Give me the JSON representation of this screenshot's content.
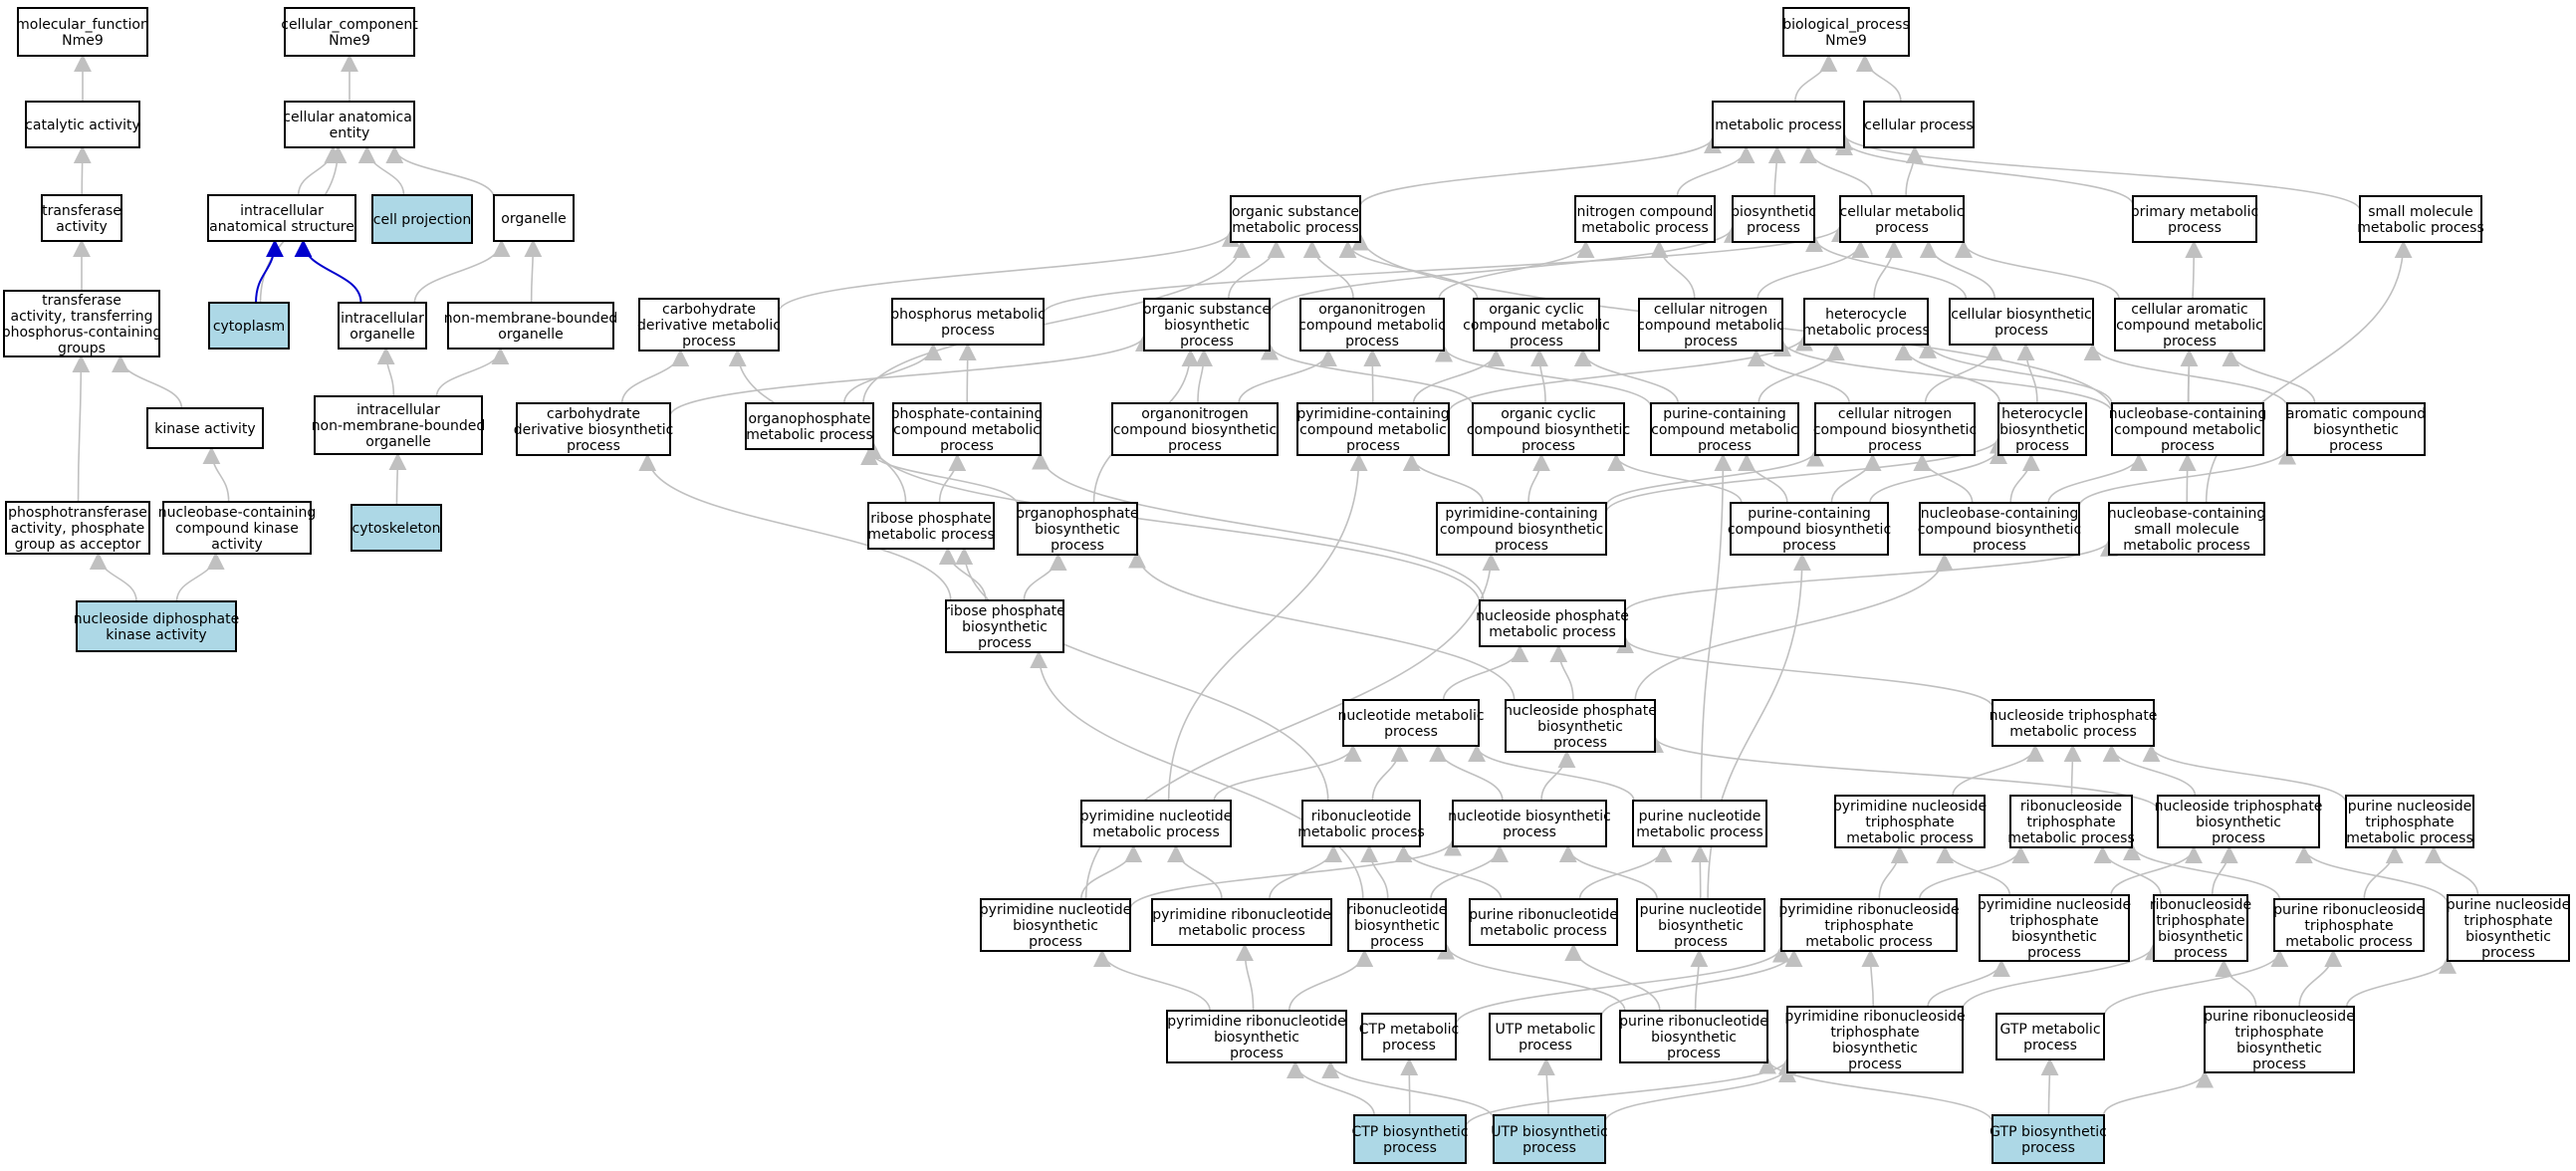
{
  "graph": {
    "colors": {
      "background": "#ffffff",
      "node_fill": "#ffffff",
      "highlight_fill": "#add8e6",
      "node_border": "#000000",
      "edge_default": "#c0c0c0",
      "edge_highlight": "#0000cd"
    },
    "nodes": [
      {
        "id": "mf",
        "label": "molecular_function\nNme9"
      },
      {
        "id": "cc",
        "label": "cellular_component\nNme9"
      },
      {
        "id": "bp",
        "label": "biological_process\nNme9"
      },
      {
        "id": "cat",
        "label": "catalytic activity"
      },
      {
        "id": "trans",
        "label": "transferase\nactivity"
      },
      {
        "id": "transP",
        "label": "transferase\nactivity, transferring\nphosphorus-containing\ngroups"
      },
      {
        "id": "kin",
        "label": "kinase activity"
      },
      {
        "id": "phT",
        "label": "phosphotransferase\nactivity, phosphate\ngroup as acceptor"
      },
      {
        "id": "nbk",
        "label": "nucleobase-containing\ncompound kinase\nactivity"
      },
      {
        "id": "ndk",
        "label": "nucleoside diphosphate\nkinase activity",
        "highlight": true
      },
      {
        "id": "cae",
        "label": "cellular anatomical\nentity"
      },
      {
        "id": "ias",
        "label": "intracellular\nanatomical structure"
      },
      {
        "id": "cp",
        "label": "cell projection",
        "highlight": true
      },
      {
        "id": "org",
        "label": "organelle"
      },
      {
        "id": "cyto",
        "label": "cytoplasm",
        "highlight": true
      },
      {
        "id": "io",
        "label": "intracellular\norganelle"
      },
      {
        "id": "nmbo",
        "label": "non-membrane-bounded\norganelle"
      },
      {
        "id": "inmbo",
        "label": "intracellular\nnon-membrane-bounded\norganelle"
      },
      {
        "id": "csk",
        "label": "cytoskeleton",
        "highlight": true
      },
      {
        "id": "met",
        "label": "metabolic process"
      },
      {
        "id": "cellp",
        "label": "cellular process"
      },
      {
        "id": "osm",
        "label": "organic substance\nmetabolic process"
      },
      {
        "id": "ncm",
        "label": "nitrogen compound\nmetabolic process"
      },
      {
        "id": "bio",
        "label": "biosynthetic\nprocess"
      },
      {
        "id": "cmp",
        "label": "cellular metabolic\nprocess"
      },
      {
        "id": "pmp",
        "label": "primary metabolic\nprocess"
      },
      {
        "id": "smm",
        "label": "small molecule\nmetabolic process"
      },
      {
        "id": "cdm",
        "label": "carbohydrate\nderivative metabolic\nprocess"
      },
      {
        "id": "phm",
        "label": "phosphorus metabolic\nprocess"
      },
      {
        "id": "osb",
        "label": "organic substance\nbiosynthetic\nprocess"
      },
      {
        "id": "onm",
        "label": "organonitrogen\ncompound metabolic\nprocess"
      },
      {
        "id": "ocm",
        "label": "organic cyclic\ncompound metabolic\nprocess"
      },
      {
        "id": "cnm",
        "label": "cellular nitrogen\ncompound metabolic\nprocess"
      },
      {
        "id": "hcm",
        "label": "heterocycle\nmetabolic process"
      },
      {
        "id": "cbp",
        "label": "cellular biosynthetic\nprocess"
      },
      {
        "id": "cacm",
        "label": "cellular aromatic\ncompound metabolic\nprocess"
      },
      {
        "id": "cdb",
        "label": "carbohydrate\nderivative biosynthetic\nprocess"
      },
      {
        "id": "opm",
        "label": "organophosphate\nmetabolic process"
      },
      {
        "id": "pcm",
        "label": "phosphate-containing\ncompound metabolic\nprocess"
      },
      {
        "id": "onb",
        "label": "organonitrogen\ncompound biosynthetic\nprocess"
      },
      {
        "id": "pycm",
        "label": "pyrimidine-containing\ncompound metabolic\nprocess"
      },
      {
        "id": "ocb",
        "label": "organic cyclic\ncompound biosynthetic\nprocess"
      },
      {
        "id": "pucm",
        "label": "purine-containing\ncompound metabolic\nprocess"
      },
      {
        "id": "cnb",
        "label": "cellular nitrogen\ncompound biosynthetic\nprocess"
      },
      {
        "id": "hcb",
        "label": "heterocycle\nbiosynthetic\nprocess"
      },
      {
        "id": "nbm",
        "label": "nucleobase-containing\ncompound metabolic\nprocess"
      },
      {
        "id": "acb",
        "label": "aromatic compound\nbiosynthetic\nprocess"
      },
      {
        "id": "rpm",
        "label": "ribose phosphate\nmetabolic process"
      },
      {
        "id": "opb",
        "label": "organophosphate\nbiosynthetic\nprocess"
      },
      {
        "id": "pycb",
        "label": "pyrimidine-containing\ncompound biosynthetic\nprocess"
      },
      {
        "id": "pucb",
        "label": "purine-containing\ncompound biosynthetic\nprocess"
      },
      {
        "id": "nbb",
        "label": "nucleobase-containing\ncompound biosynthetic\nprocess"
      },
      {
        "id": "nbsm",
        "label": "nucleobase-containing\nsmall molecule\nmetabolic process"
      },
      {
        "id": "rpb",
        "label": "ribose phosphate\nbiosynthetic\nprocess"
      },
      {
        "id": "npm",
        "label": "nucleoside phosphate\nmetabolic process"
      },
      {
        "id": "ntm",
        "label": "nucleotide metabolic\nprocess"
      },
      {
        "id": "npb",
        "label": "nucleoside phosphate\nbiosynthetic\nprocess"
      },
      {
        "id": "ntpm",
        "label": "nucleoside triphosphate\nmetabolic process"
      },
      {
        "id": "pynm",
        "label": "pyrimidine nucleotide\nmetabolic process"
      },
      {
        "id": "rnm",
        "label": "ribonucleotide\nmetabolic process"
      },
      {
        "id": "nb",
        "label": "nucleotide biosynthetic\nprocess"
      },
      {
        "id": "punm",
        "label": "purine nucleotide\nmetabolic process"
      },
      {
        "id": "pyntm",
        "label": "pyrimidine nucleoside\ntriphosphate\nmetabolic process"
      },
      {
        "id": "rntm",
        "label": "ribonucleoside\ntriphosphate\nmetabolic process"
      },
      {
        "id": "ntpb",
        "label": "nucleoside triphosphate\nbiosynthetic\nprocess"
      },
      {
        "id": "puntm",
        "label": "purine nucleoside\ntriphosphate\nmetabolic process"
      },
      {
        "id": "pynb",
        "label": "pyrimidine nucleotide\nbiosynthetic\nprocess"
      },
      {
        "id": "pyrnm",
        "label": "pyrimidine ribonucleotide\nmetabolic process"
      },
      {
        "id": "rnb",
        "label": "ribonucleotide\nbiosynthetic\nprocess"
      },
      {
        "id": "purnm",
        "label": "purine ribonucleotide\nmetabolic process"
      },
      {
        "id": "punb",
        "label": "purine nucleotide\nbiosynthetic\nprocess"
      },
      {
        "id": "pyrntm",
        "label": "pyrimidine ribonucleoside\ntriphosphate\nmetabolic process"
      },
      {
        "id": "pyntb",
        "label": "pyrimidine nucleoside\ntriphosphate\nbiosynthetic\nprocess"
      },
      {
        "id": "rntb",
        "label": "ribonucleoside\ntriphosphate\nbiosynthetic\nprocess"
      },
      {
        "id": "purntm",
        "label": "purine ribonucleoside\ntriphosphate\nmetabolic process"
      },
      {
        "id": "puntb",
        "label": "purine nucleoside\ntriphosphate\nbiosynthetic\nprocess"
      },
      {
        "id": "pyrnb",
        "label": "pyrimidine ribonucleotide\nbiosynthetic\nprocess"
      },
      {
        "id": "ctpm",
        "label": "CTP metabolic\nprocess"
      },
      {
        "id": "utpm",
        "label": "UTP metabolic\nprocess"
      },
      {
        "id": "purnb",
        "label": "purine ribonucleotide\nbiosynthetic\nprocess"
      },
      {
        "id": "pyrntb",
        "label": "pyrimidine ribonucleoside\ntriphosphate\nbiosynthetic\nprocess"
      },
      {
        "id": "gtpm",
        "label": "GTP metabolic\nprocess"
      },
      {
        "id": "purntb",
        "label": "purine ribonucleoside\ntriphosphate\nbiosynthetic\nprocess"
      },
      {
        "id": "ctpb",
        "label": "CTP biosynthetic\nprocess",
        "highlight": true
      },
      {
        "id": "utpb",
        "label": "UTP biosynthetic\nprocess",
        "highlight": true
      },
      {
        "id": "gtpb",
        "label": "GTP biosynthetic\nprocess",
        "highlight": true
      }
    ],
    "edges": [
      [
        "cat",
        "mf"
      ],
      [
        "trans",
        "cat"
      ],
      [
        "transP",
        "trans"
      ],
      [
        "kin",
        "transP"
      ],
      [
        "phT",
        "transP"
      ],
      [
        "nbk",
        "kin"
      ],
      [
        "ndk",
        "phT"
      ],
      [
        "ndk",
        "nbk"
      ],
      [
        "cae",
        "cc"
      ],
      [
        "ias",
        "cae"
      ],
      [
        "cp",
        "cae"
      ],
      [
        "org",
        "cae"
      ],
      [
        "cyto",
        "cae"
      ],
      [
        "cyto",
        "ias",
        "blue"
      ],
      [
        "io",
        "ias",
        "blue"
      ],
      [
        "io",
        "org"
      ],
      [
        "nmbo",
        "org"
      ],
      [
        "inmbo",
        "io"
      ],
      [
        "inmbo",
        "nmbo"
      ],
      [
        "csk",
        "inmbo"
      ],
      [
        "met",
        "bp"
      ],
      [
        "cellp",
        "bp"
      ],
      [
        "osm",
        "met"
      ],
      [
        "ncm",
        "met"
      ],
      [
        "bio",
        "met"
      ],
      [
        "cmp",
        "met"
      ],
      [
        "cmp",
        "cellp"
      ],
      [
        "pmp",
        "met"
      ],
      [
        "smm",
        "met"
      ],
      [
        "cdm",
        "osm"
      ],
      [
        "phm",
        "cmp"
      ],
      [
        "osb",
        "osm"
      ],
      [
        "osb",
        "bio"
      ],
      [
        "onm",
        "osm"
      ],
      [
        "onm",
        "ncm"
      ],
      [
        "ocm",
        "osm"
      ],
      [
        "cnm",
        "ncm"
      ],
      [
        "cnm",
        "cmp"
      ],
      [
        "hcm",
        "cmp"
      ],
      [
        "cbp",
        "bio"
      ],
      [
        "cbp",
        "cmp"
      ],
      [
        "cacm",
        "cmp"
      ],
      [
        "cdb",
        "cdm"
      ],
      [
        "cdb",
        "osb"
      ],
      [
        "opm",
        "phm"
      ],
      [
        "opm",
        "osm"
      ],
      [
        "pcm",
        "phm"
      ],
      [
        "onb",
        "onm"
      ],
      [
        "onb",
        "osb"
      ],
      [
        "pycm",
        "ocm"
      ],
      [
        "pycm",
        "hcm"
      ],
      [
        "pycm",
        "onm"
      ],
      [
        "ocb",
        "ocm"
      ],
      [
        "ocb",
        "osb"
      ],
      [
        "pucm",
        "ocm"
      ],
      [
        "pucm",
        "hcm"
      ],
      [
        "pucm",
        "onm"
      ],
      [
        "cnb",
        "cnm"
      ],
      [
        "cnb",
        "cbp"
      ],
      [
        "hcb",
        "hcm"
      ],
      [
        "hcb",
        "cbp"
      ],
      [
        "nbm",
        "cnm"
      ],
      [
        "nbm",
        "hcm"
      ],
      [
        "nbm",
        "cacm"
      ],
      [
        "nbm",
        "osm"
      ],
      [
        "nbm",
        "pmp"
      ],
      [
        "acb",
        "cacm"
      ],
      [
        "acb",
        "cbp"
      ],
      [
        "rpm",
        "cdm"
      ],
      [
        "rpm",
        "pcm"
      ],
      [
        "opb",
        "opm"
      ],
      [
        "opb",
        "osb"
      ],
      [
        "pycb",
        "pycm"
      ],
      [
        "pycb",
        "ocb"
      ],
      [
        "pycb",
        "hcb"
      ],
      [
        "pycb",
        "cnb"
      ],
      [
        "pucb",
        "pucm"
      ],
      [
        "pucb",
        "ocb"
      ],
      [
        "pucb",
        "hcb"
      ],
      [
        "pucb",
        "cnb"
      ],
      [
        "nbb",
        "nbm"
      ],
      [
        "nbb",
        "hcb"
      ],
      [
        "nbb",
        "cnb"
      ],
      [
        "nbb",
        "acb"
      ],
      [
        "nbsm",
        "nbm"
      ],
      [
        "nbsm",
        "smm"
      ],
      [
        "rpb",
        "rpm"
      ],
      [
        "rpb",
        "opb"
      ],
      [
        "rpb",
        "cdb"
      ],
      [
        "npm",
        "opm"
      ],
      [
        "npm",
        "nbsm"
      ],
      [
        "npm",
        "pcm"
      ],
      [
        "ntm",
        "npm"
      ],
      [
        "npb",
        "npm"
      ],
      [
        "npb",
        "nbb"
      ],
      [
        "npb",
        "opb"
      ],
      [
        "ntpm",
        "npm"
      ],
      [
        "pynm",
        "ntm"
      ],
      [
        "pynm",
        "pycm"
      ],
      [
        "rnm",
        "ntm"
      ],
      [
        "rnm",
        "rpm"
      ],
      [
        "nb",
        "ntm"
      ],
      [
        "nb",
        "npb"
      ],
      [
        "punm",
        "ntm"
      ],
      [
        "punm",
        "pucm"
      ],
      [
        "pyntm",
        "ntpm"
      ],
      [
        "rntm",
        "ntpm"
      ],
      [
        "ntpb",
        "ntpm"
      ],
      [
        "ntpb",
        "npb"
      ],
      [
        "puntm",
        "ntpm"
      ],
      [
        "pynb",
        "pynm"
      ],
      [
        "pynb",
        "nb"
      ],
      [
        "pynb",
        "pycb"
      ],
      [
        "pyrnm",
        "pynm"
      ],
      [
        "pyrnm",
        "rnm"
      ],
      [
        "rnb",
        "rnm"
      ],
      [
        "rnb",
        "nb"
      ],
      [
        "rnb",
        "rpb"
      ],
      [
        "purnm",
        "rnm"
      ],
      [
        "purnm",
        "punm"
      ],
      [
        "punb",
        "punm"
      ],
      [
        "punb",
        "nb"
      ],
      [
        "punb",
        "pucb"
      ],
      [
        "pyrntm",
        "pyntm"
      ],
      [
        "pyrntm",
        "rntm"
      ],
      [
        "pyntb",
        "pyntm"
      ],
      [
        "pyntb",
        "ntpb"
      ],
      [
        "rntb",
        "rntm"
      ],
      [
        "rntb",
        "ntpb"
      ],
      [
        "purntm",
        "rntm"
      ],
      [
        "purntm",
        "puntm"
      ],
      [
        "puntb",
        "puntm"
      ],
      [
        "puntb",
        "ntpb"
      ],
      [
        "pyrnb",
        "pyrnm"
      ],
      [
        "pyrnb",
        "pynb"
      ],
      [
        "pyrnb",
        "rnb"
      ],
      [
        "ctpm",
        "pyrntm"
      ],
      [
        "utpm",
        "pyrntm"
      ],
      [
        "purnb",
        "purnm"
      ],
      [
        "purnb",
        "punb"
      ],
      [
        "purnb",
        "rnb"
      ],
      [
        "pyrntb",
        "pyrntm"
      ],
      [
        "pyrntb",
        "pyntb"
      ],
      [
        "pyrntb",
        "rntb"
      ],
      [
        "gtpm",
        "purntm"
      ],
      [
        "purntb",
        "purntm"
      ],
      [
        "purntb",
        "puntb"
      ],
      [
        "purntb",
        "rntb"
      ],
      [
        "ctpb",
        "ctpm"
      ],
      [
        "ctpb",
        "pyrnb"
      ],
      [
        "ctpb",
        "pyrntb"
      ],
      [
        "utpb",
        "utpm"
      ],
      [
        "utpb",
        "pyrnb"
      ],
      [
        "utpb",
        "pyrntb"
      ],
      [
        "gtpb",
        "gtpm"
      ],
      [
        "gtpb",
        "purnb"
      ],
      [
        "gtpb",
        "purntb"
      ]
    ]
  }
}
